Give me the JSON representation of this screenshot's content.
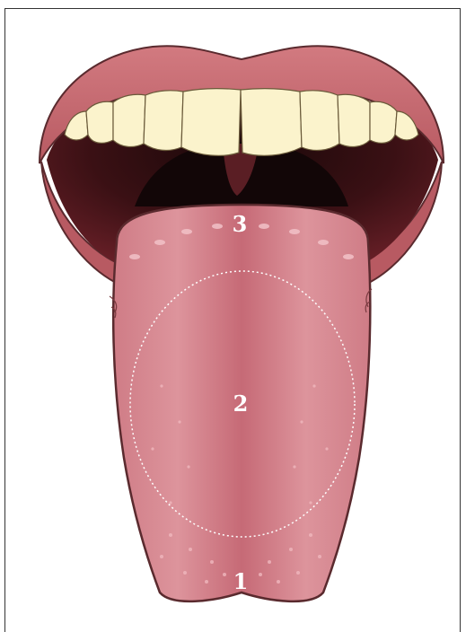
{
  "diagram": {
    "zones": [
      {
        "id": "tip",
        "label": "1"
      },
      {
        "id": "middle",
        "label": "2"
      },
      {
        "id": "back",
        "label": "3"
      }
    ],
    "colors": {
      "lip": "#c8666e",
      "lip_dark": "#8f3a42",
      "mouth_interior": "#4a1418",
      "throat": "#14080a",
      "teeth": "#fbf3cc",
      "tongue": "#d88890",
      "tongue_center": "#c46a74",
      "tongue_outline": "#5a2a2e",
      "papillae": "#f4c8cc",
      "zone_outline": "#ffffff"
    }
  }
}
